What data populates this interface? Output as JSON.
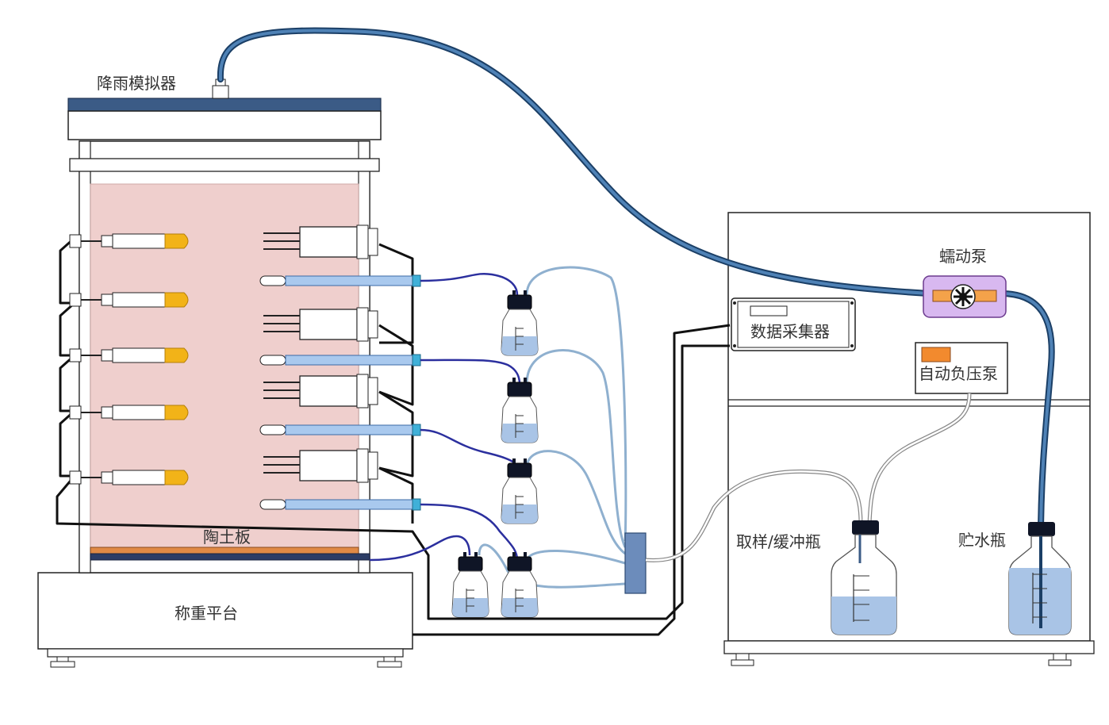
{
  "labels": {
    "rain_simulator": "降雨模拟器",
    "ceramic_plate": "陶土板",
    "weighing_platform": "称重平台",
    "data_logger": "数据采集器",
    "peristaltic_pump": "蠕动泵",
    "vacuum_pump": "自动负压泵",
    "sampling_bottle": "取样/缓冲瓶",
    "water_bottle": "贮水瓶"
  },
  "colors": {
    "soil": "#efcfcd",
    "rain_tube": "#2e5f90",
    "suction_tube": "#2b2f9e",
    "bottle_tube": "#8fb0cf",
    "sensor_tip": "#f2b318",
    "ceramic_plate": "#e08a45",
    "pump_body": "#d8b8f0",
    "pump_orange": "#f4a24a",
    "water": "#a9c4e6",
    "lysimeter_bar": "#a9c9ee",
    "manifold": "#6c8cbb"
  },
  "icons": [
    "probe-icon",
    "tdr-sensor-icon",
    "suction-cup-icon",
    "collection-bottle-icon",
    "pump-rotor-icon"
  ]
}
